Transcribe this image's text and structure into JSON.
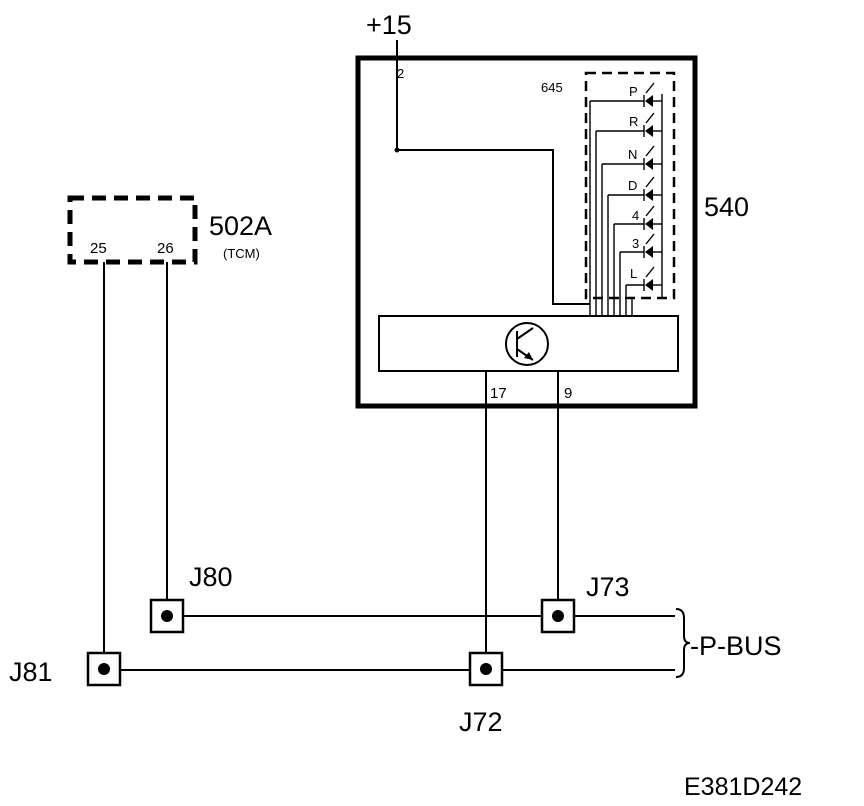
{
  "supply": {
    "label": "+15",
    "pin": "2"
  },
  "unit_540": {
    "label": "540",
    "indicator_label": "645",
    "gears": [
      "P",
      "R",
      "N",
      "D",
      "4",
      "3",
      "L"
    ],
    "pin_left": "17",
    "pin_right": "9"
  },
  "tcm": {
    "label": "502A",
    "sublabel": "(TCM)",
    "pin_left": "25",
    "pin_right": "26"
  },
  "connectors": {
    "j80": "J80",
    "j73": "J73",
    "j81": "J81",
    "j72": "J72"
  },
  "bus_label": "-P-BUS",
  "diagram_id": "E381D242"
}
